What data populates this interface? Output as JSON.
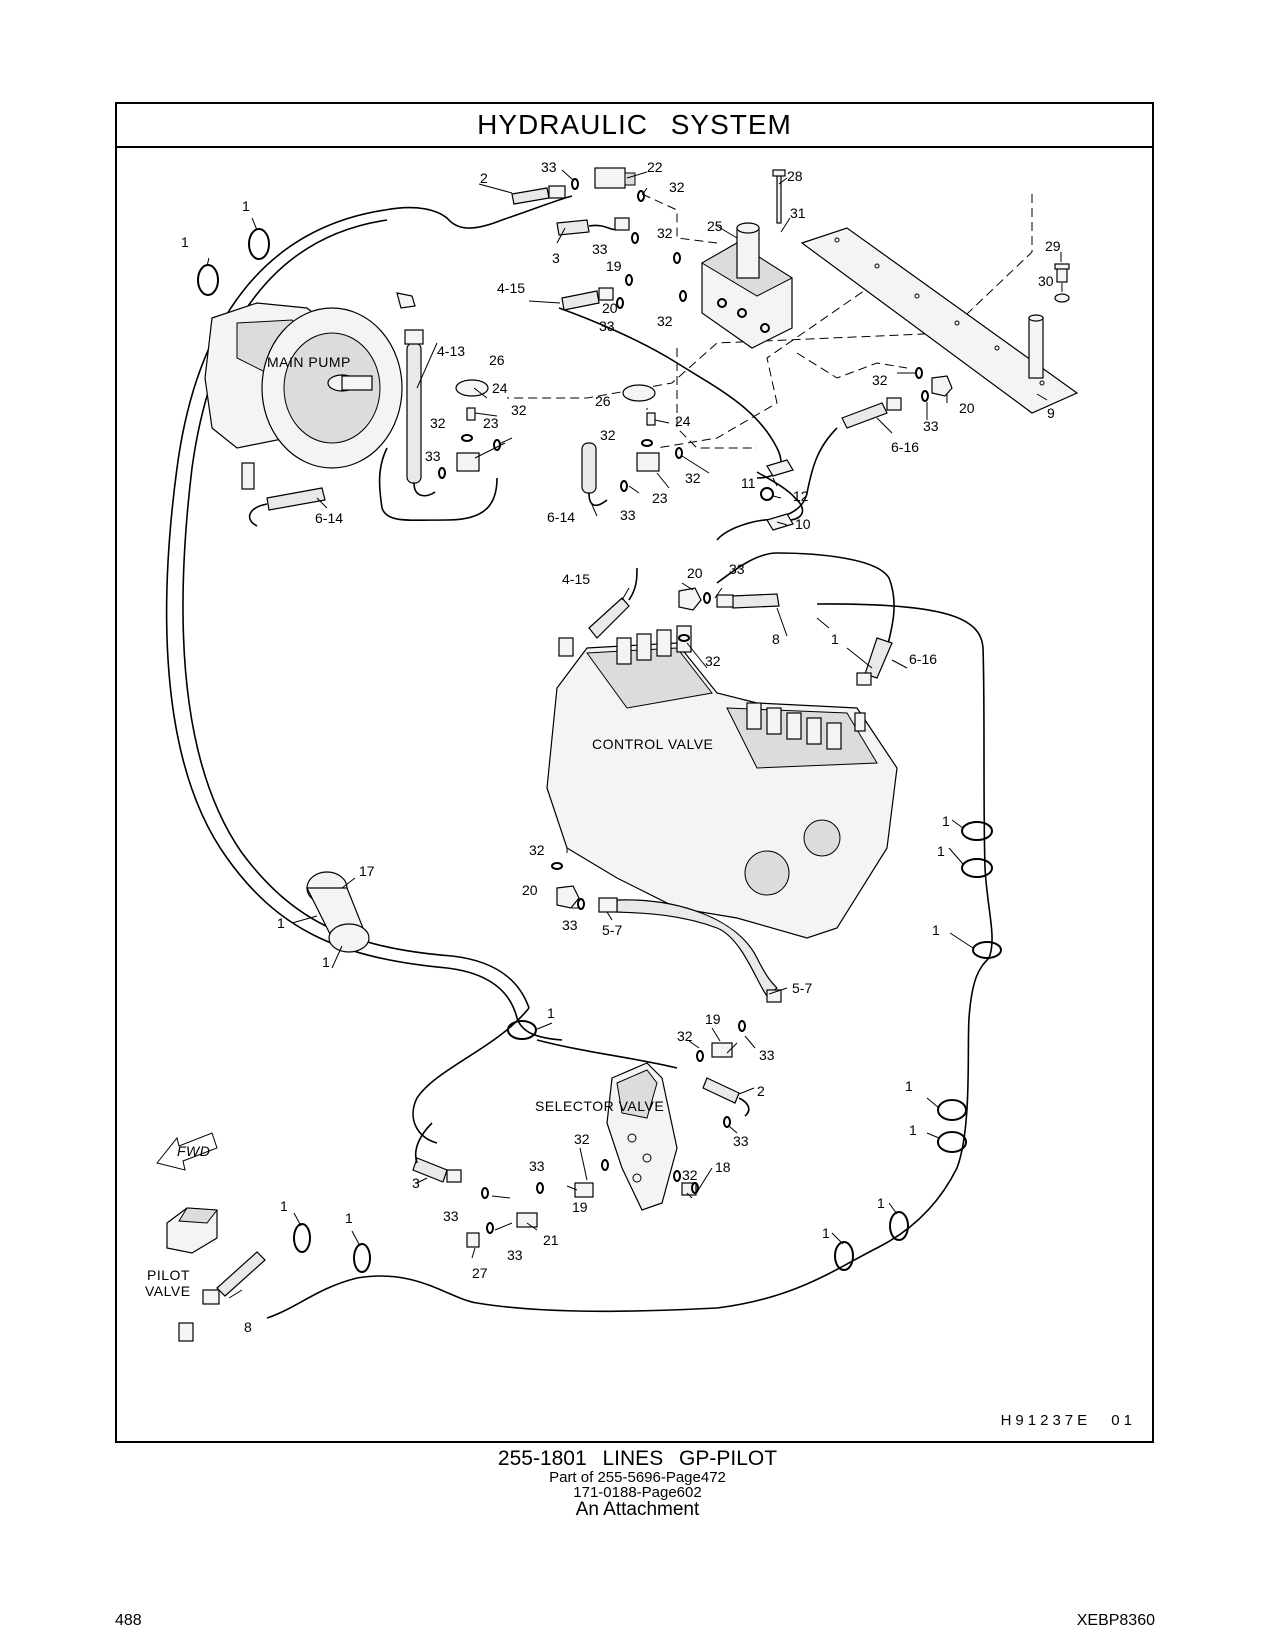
{
  "header": {
    "title": "HYDRAULIC   SYSTEM"
  },
  "components": {
    "main_pump": "MAIN  PUMP",
    "control_valve": "CONTROL  VALVE",
    "selector_valve": "SELECTOR  VALVE",
    "pilot_valve_line1": "PILOT",
    "pilot_valve_line2": "VALVE",
    "fwd_arrow": "FWD"
  },
  "callouts": {
    "c1": "1",
    "c2": "2",
    "c3": "3",
    "c4_13": "4-13",
    "c4_15": "4-15",
    "c5_7": "5-7",
    "c6_14": "6-14",
    "c6_16": "6-16",
    "c8": "8",
    "c9": "9",
    "c10": "10",
    "c11": "11",
    "c12": "12",
    "c17": "17",
    "c18": "18",
    "c19": "19",
    "c20": "20",
    "c21": "21",
    "c22": "22",
    "c23": "23",
    "c24": "24",
    "c25": "25",
    "c26": "26",
    "c27": "27",
    "c28": "28",
    "c29": "29",
    "c30": "30",
    "c31": "31",
    "c32": "32",
    "c33": "33"
  },
  "drawing_id": "H91237E    01",
  "caption": {
    "title": "255-1801   LINES  GP-PILOT",
    "part_of": "Part of 255-5696-Page472",
    "reference": "171-0188-Page602",
    "attachment": "An Attachment"
  },
  "footer": {
    "page_number": "488",
    "doc_code": "XEBP8360"
  }
}
